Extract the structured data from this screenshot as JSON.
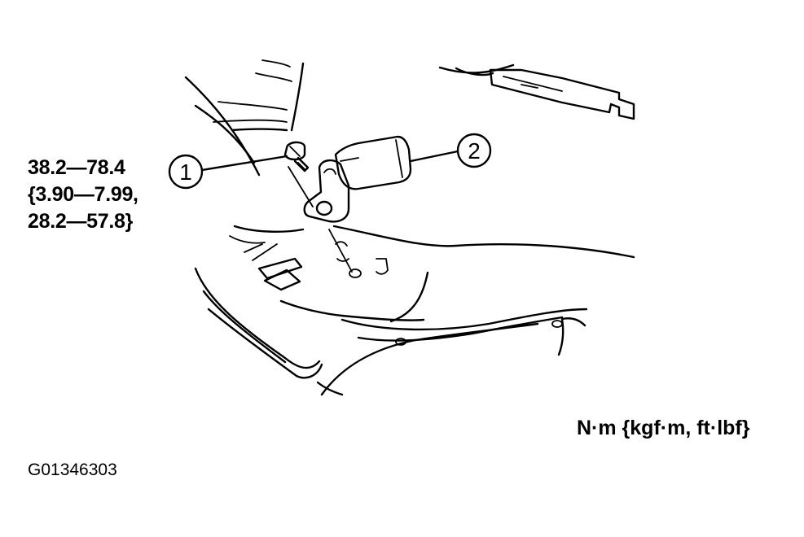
{
  "torque_spec": {
    "line1": "38.2—78.4",
    "line2": "{3.90—7.99,",
    "line3": "28.2—57.8}"
  },
  "units": "N·m {kgf·m, ft·lbf}",
  "figure_id": "G01346303",
  "callouts": [
    {
      "label": "1"
    },
    {
      "label": "2"
    }
  ]
}
